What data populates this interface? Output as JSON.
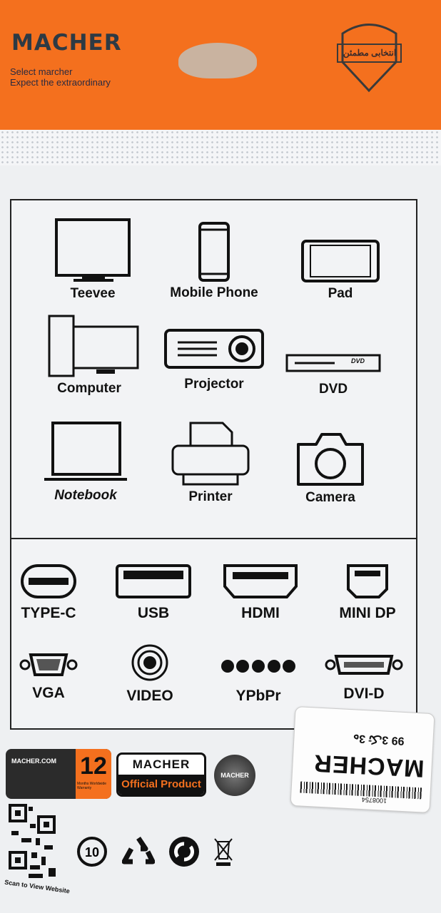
{
  "header": {
    "brand": "MACHER",
    "tagline_1": "Select marcher",
    "tagline_2": "Expect the extraordinary",
    "badge_text": "انتخابی مطمئن"
  },
  "devices": [
    {
      "label": "Teevee",
      "icon": "tv-icon"
    },
    {
      "label": "Mobile Phone",
      "icon": "phone-icon"
    },
    {
      "label": "Pad",
      "icon": "tablet-icon"
    },
    {
      "label": "Computer",
      "icon": "computer-icon"
    },
    {
      "label": "Projector",
      "icon": "projector-icon"
    },
    {
      "label": "DVD",
      "icon": "dvd-icon"
    },
    {
      "label": "Notebook",
      "icon": "laptop-icon"
    },
    {
      "label": "Printer",
      "icon": "printer-icon"
    },
    {
      "label": "Camera",
      "icon": "camera-icon"
    }
  ],
  "dvd_logo": "DVD",
  "connectors": [
    {
      "label": "TYPE-C"
    },
    {
      "label": "USB"
    },
    {
      "label": "HDMI"
    },
    {
      "label": "MINI DP"
    },
    {
      "label": "VGA"
    },
    {
      "label": "VIDEO"
    },
    {
      "label": "YPbPr"
    },
    {
      "label": "DVI-D"
    }
  ],
  "footer": {
    "website": "MACHER.COM",
    "warranty_months": "12",
    "warranty_text": "Months Worldwide Warranty",
    "official_brand": "MACHER",
    "official_label": "Official Product",
    "seal_text": "MACHER",
    "scan_text": "Scan to View Website",
    "eco_years": "10"
  },
  "sticker": {
    "brand": "MACHER",
    "code": "99 3ه3 تک",
    "barcode_number": "1008754"
  }
}
